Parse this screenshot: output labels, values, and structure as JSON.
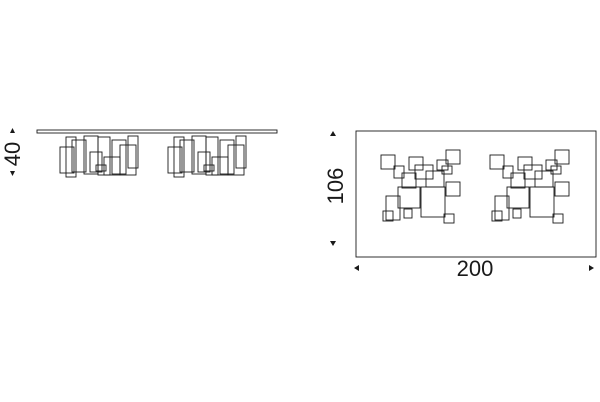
{
  "dimensions": {
    "height_label": "40",
    "depth_label": "106",
    "width_label": "200"
  },
  "colors": {
    "line": "#1a1a1a",
    "background": "#ffffff"
  },
  "icons": {
    "arrow": "triangle-arrow-icon"
  }
}
